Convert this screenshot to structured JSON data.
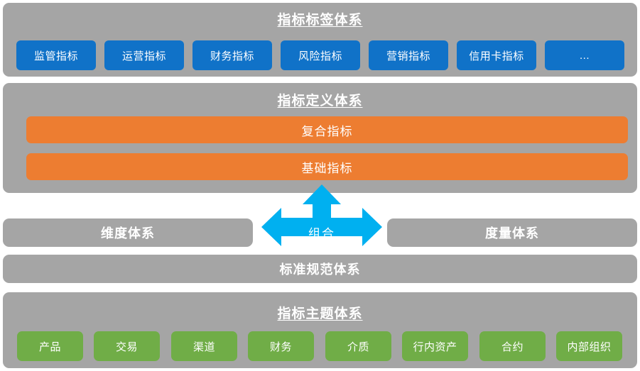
{
  "diagram": {
    "title_color": "#ffffff",
    "panel_color": "#a5a5a5",
    "tag_color": "#1072c8",
    "metric_color": "#ed7d31",
    "theme_color": "#70ad47",
    "arrow_color": "#00b0f0"
  },
  "label_system": {
    "title": "指标标签体系",
    "tags": [
      {
        "label": "监管指标"
      },
      {
        "label": "运营指标"
      },
      {
        "label": "财务指标"
      },
      {
        "label": "风险指标"
      },
      {
        "label": "营销指标"
      },
      {
        "label": "信用卡指标"
      },
      {
        "label": "..."
      }
    ]
  },
  "definition_system": {
    "title": "指标定义体系",
    "bars": [
      {
        "label": "复合指标"
      },
      {
        "label": "基础指标"
      }
    ]
  },
  "combination": {
    "label": "组合",
    "icon": "three-way-arrow-icon"
  },
  "dimension_box": {
    "label": "维度体系"
  },
  "measure_box": {
    "label": "度量体系"
  },
  "standard_box": {
    "label": "标准规范体系"
  },
  "theme_system": {
    "title": "指标主题体系",
    "themes": [
      {
        "label": "产品"
      },
      {
        "label": "交易"
      },
      {
        "label": "渠道"
      },
      {
        "label": "财务"
      },
      {
        "label": "介质"
      },
      {
        "label": "行内资产"
      },
      {
        "label": "合约"
      },
      {
        "label": "内部组织"
      }
    ]
  }
}
